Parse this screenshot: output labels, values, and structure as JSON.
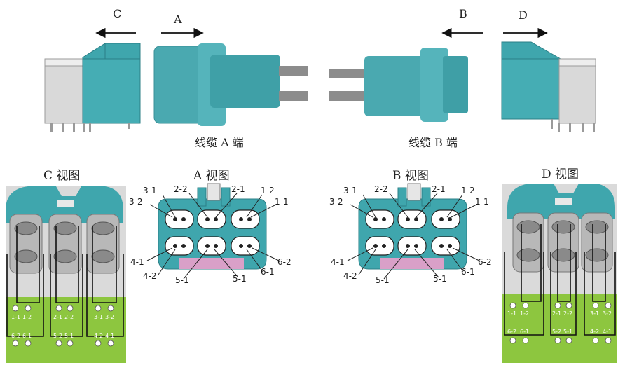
{
  "arrows": {
    "c": "C",
    "a": "A",
    "b": "B",
    "d": "D"
  },
  "cables": {
    "a_end": "线缆 A 端",
    "b_end": "线缆 B 端"
  },
  "views": {
    "c": "C 视图",
    "a": "A 视图",
    "b": "B 视图",
    "d": "D 视图"
  },
  "pins": [
    "3-1",
    "2-2",
    "2-1",
    "1-2",
    "3-2",
    "1-1",
    "4-1",
    "6-2",
    "4-2",
    "5-1",
    "5-1",
    "6-1"
  ],
  "pcb_pins": {
    "row1": [
      "1-1",
      "1-2",
      "2-1",
      "2-2",
      "3-1",
      "3-2"
    ],
    "row2": [
      "6-2",
      "6-1",
      "5-2",
      "5-1",
      "4-2",
      "4-1"
    ]
  },
  "colors": {
    "teal": "#3fa6ad",
    "teal_dark": "#2d8c93",
    "pcb_green": "#8dc63f",
    "pink": "#d9a0c8",
    "grey_body": "#d7d7d7"
  }
}
